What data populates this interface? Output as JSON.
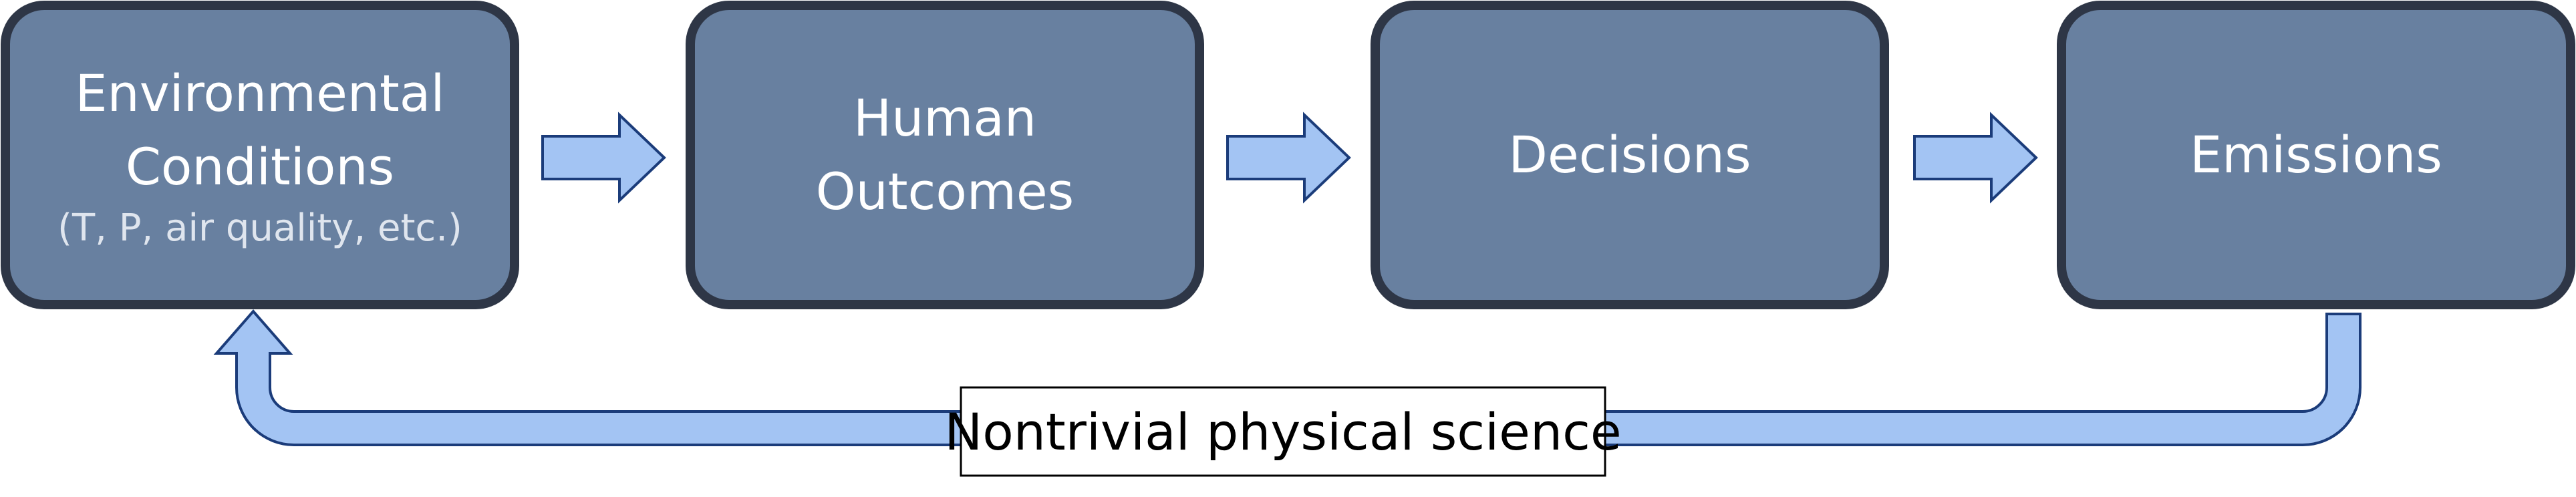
{
  "colors": {
    "box_fill": "#6880a0",
    "box_border": "#2e3646",
    "arrow_fill": "#a3c4f3",
    "arrow_border": "#1b3c7a",
    "box_text": "#ffffff",
    "box_subtext": "#dfe5ee",
    "label_fill": "#ffffff",
    "label_border": "#000000"
  },
  "boxes": [
    {
      "id": "environmental-conditions",
      "title": "Environmental\nConditions",
      "subtitle": "(T, P, air quality, etc.)"
    },
    {
      "id": "human-outcomes",
      "title": "Human\nOutcomes",
      "subtitle": ""
    },
    {
      "id": "decisions",
      "title": "Decisions",
      "subtitle": ""
    },
    {
      "id": "emissions",
      "title": "Emissions",
      "subtitle": ""
    }
  ],
  "feedback": {
    "label": "Nontrivial physical science"
  }
}
